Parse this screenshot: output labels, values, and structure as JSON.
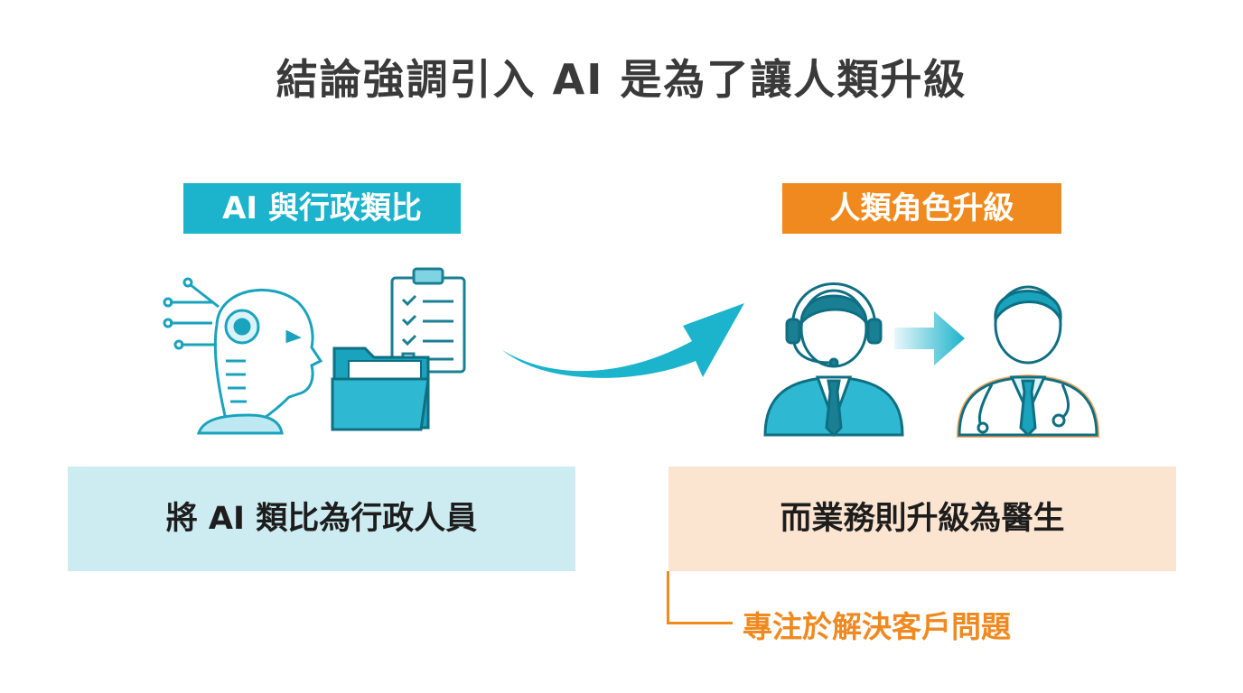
{
  "title": "結論強調引入 AI 是為了讓人類升級",
  "left": {
    "badge": "AI 與行政類比",
    "box_text": "將 AI 類比為行政人員"
  },
  "right": {
    "badge": "人類角色升級",
    "box_text": "而業務則升級為醫生",
    "note": "專注於解決客戶問題"
  },
  "icons": [
    "ai-robot-head-icon",
    "clipboard-checklist-icon",
    "folder-icon",
    "curved-arrow-icon",
    "support-agent-icon",
    "small-arrow-icon",
    "doctor-icon"
  ],
  "colors": {
    "teal": "#1cb3cc",
    "orange": "#f08a1e",
    "teal_light": "#ccecf2",
    "orange_light": "#fbe5d0"
  }
}
